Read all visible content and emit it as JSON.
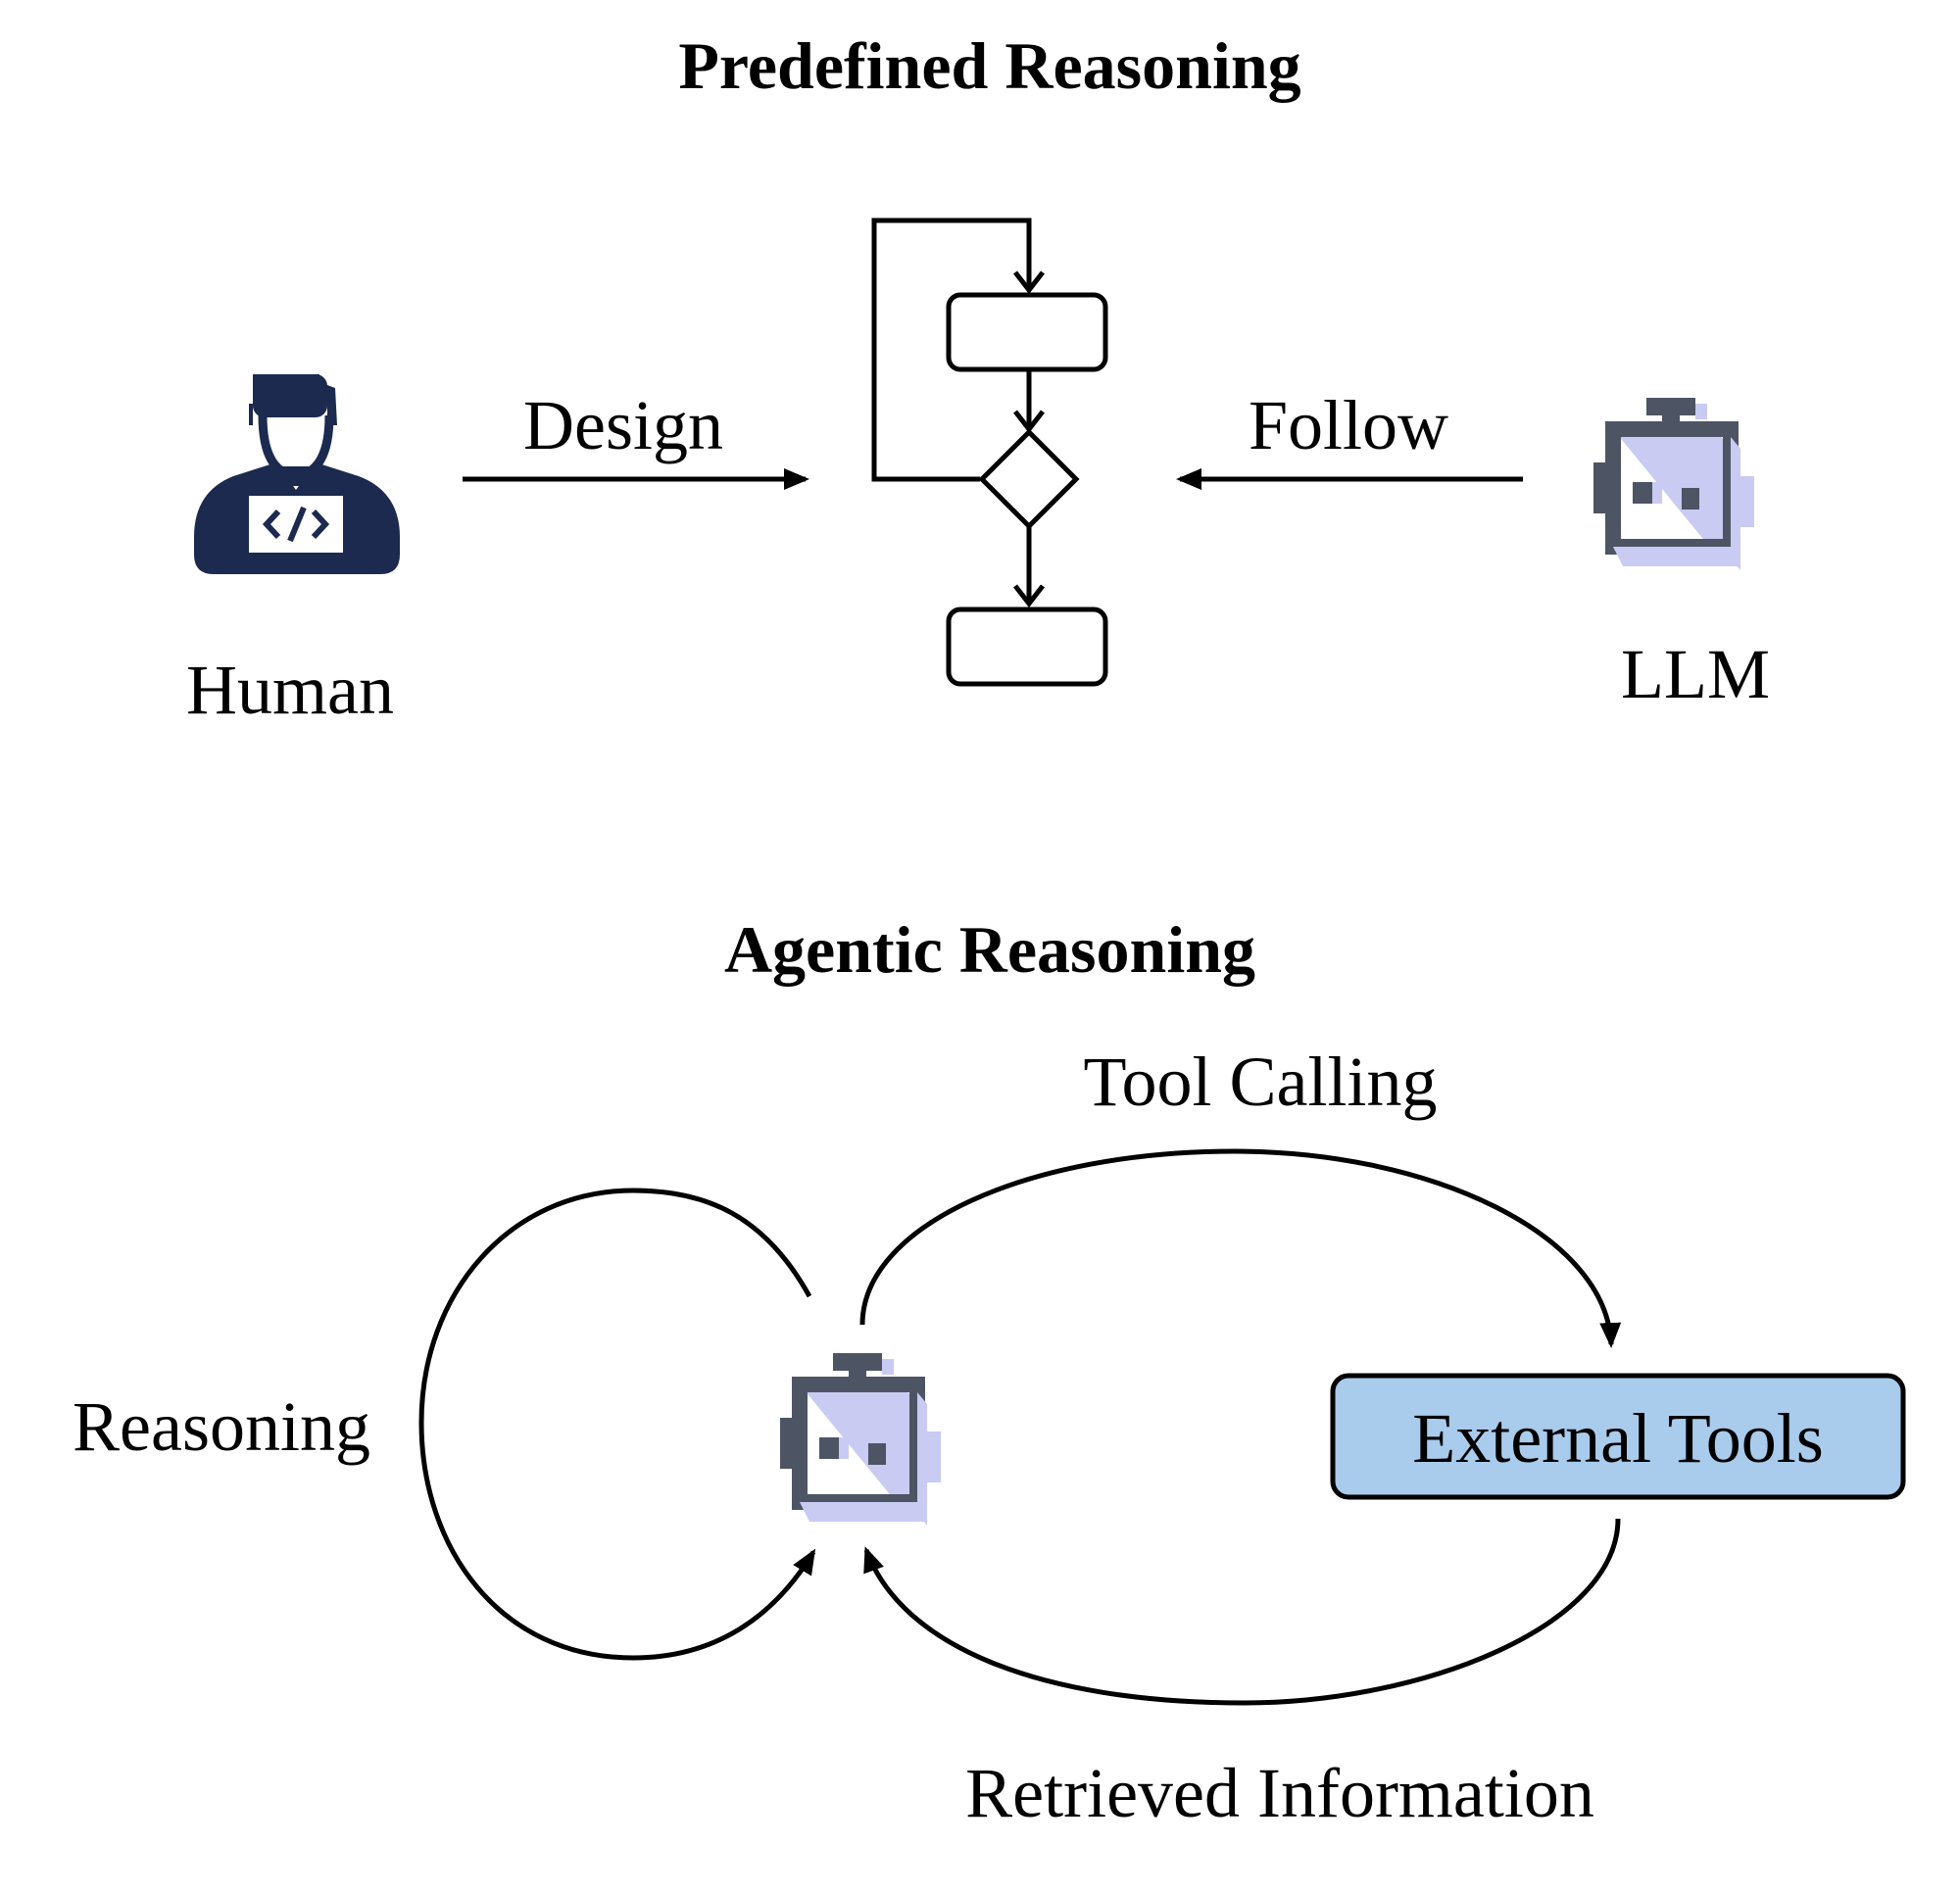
{
  "predefined": {
    "title": "Predefined Reasoning",
    "human_label": "Human",
    "design_label": "Design",
    "follow_label": "Follow",
    "llm_label": "LLM"
  },
  "agentic": {
    "title": "Agentic Reasoning",
    "tool_calling_label": "Tool Calling",
    "reasoning_label": "Reasoning",
    "external_tools_label": "External Tools",
    "retrieved_info_label": "Retrieved Information"
  },
  "colors": {
    "human_icon": "#1b2a4e",
    "robot_dark": "#4d5464",
    "robot_light": "#c9cbf3",
    "tools_fill": "#a9cbec"
  },
  "icons": {
    "human": "developer-person-icon",
    "robot": "robot-head-icon"
  }
}
